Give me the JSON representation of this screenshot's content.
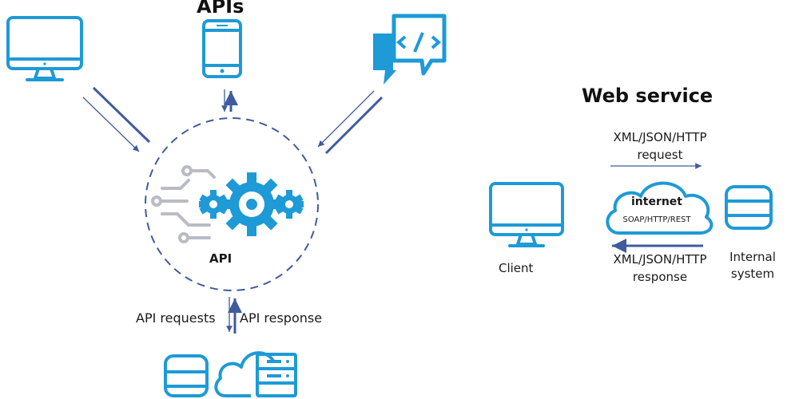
{
  "left": {
    "title": "APIs",
    "center_label": "API",
    "requests_label": "API requests",
    "response_label": "API response"
  },
  "right": {
    "title": "Web service",
    "request_label_line1": "XML/JSON/HTTP",
    "request_label_line2": "request",
    "response_label_line1": "XML/JSON/HTTP",
    "response_label_line2": "response",
    "cloud_title": "internet",
    "cloud_subtitle": "SOAP/HTTP/REST",
    "client_label": "Client",
    "internal_line1": "Internal",
    "internal_line2": "system"
  },
  "colors": {
    "accent": "#1e9ad6",
    "arrow": "#3f5b9e",
    "gear": "#1e9ad6",
    "circuit": "#b9bcc3"
  },
  "icons": [
    "monitor-icon",
    "smartphone-icon",
    "code-chat-icon",
    "gear-icon",
    "circuit-icon",
    "database-icon",
    "cloud-server-icon"
  ]
}
